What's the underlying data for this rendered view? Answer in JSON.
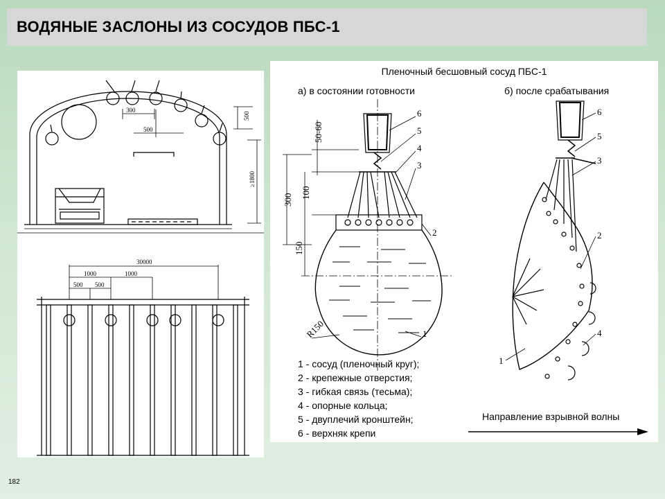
{
  "slide": {
    "title": "ВОДЯНЫЕ ЗАСЛОНЫ ИЗ СОСУДОВ ПБС-1",
    "page_number": "182"
  },
  "left_figure": {
    "cross_section": {
      "dim_300": "300",
      "dim_500_horizontal": "500",
      "dim_500_vertical": "500",
      "dim_height": "≥1800"
    },
    "plan": {
      "dim_total": "30000",
      "dim_1000_a": "1000",
      "dim_1000_b": "1000",
      "dim_500_a": "500",
      "dim_500_b": "500"
    }
  },
  "right_figure": {
    "title": "Пленочный бесшовный сосуд ПБС-1",
    "state_a": "а) в состоянии готовности",
    "state_b": "б) после срабатывания",
    "dimensions": {
      "d_50_60": "50-60",
      "d_300": "300",
      "d_100": "100",
      "d_150": "150",
      "radius": "R150"
    },
    "callouts_a": [
      "6",
      "5",
      "4",
      "3",
      "2",
      "1"
    ],
    "callouts_b": [
      "6",
      "5",
      "3",
      "2",
      "4",
      "1"
    ],
    "legend": [
      "1 - сосуд (пленочный круг);",
      "2 - крепежные отверстия;",
      "3 - гибкая связь (тесьма);",
      "4 - опорные кольца;",
      "5 - двуплечий кронштейн;",
      "6 - верхняк крепи"
    ],
    "wave_direction": "Направление взрывной волны"
  }
}
